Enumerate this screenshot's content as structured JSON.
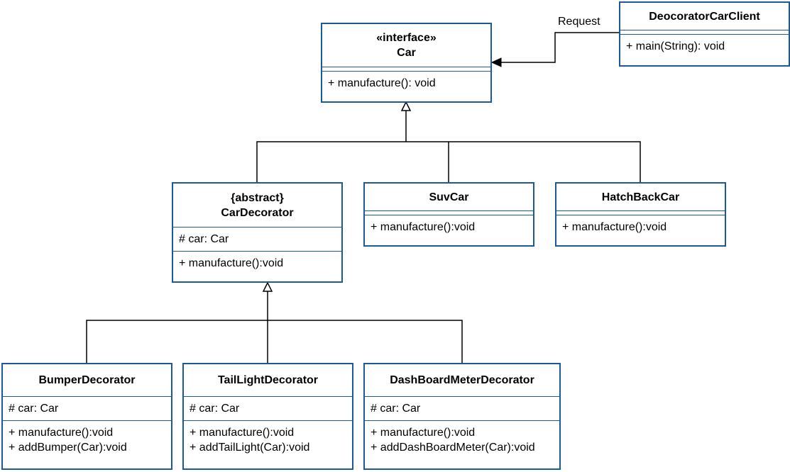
{
  "request_label": "Request",
  "classes": {
    "car": {
      "stereotype": "«interface»",
      "name": "Car",
      "methods": [
        "+ manufacture(): void"
      ]
    },
    "client": {
      "name": "DeocoratorCarClient",
      "methods": [
        "+ main(String): void"
      ]
    },
    "decorator": {
      "stereotype": "{abstract}",
      "name": "CarDecorator",
      "attrs": [
        "# car: Car"
      ],
      "methods": [
        "+ manufacture():void"
      ]
    },
    "suv": {
      "name": "SuvCar",
      "methods": [
        "+ manufacture():void"
      ]
    },
    "hatch": {
      "name": "HatchBackCar",
      "methods": [
        "+ manufacture():void"
      ]
    },
    "bumper": {
      "name": "BumperDecorator",
      "attrs": [
        "# car: Car"
      ],
      "methods": [
        "+ manufacture():void",
        "+ addBumper(Car):void"
      ]
    },
    "tail": {
      "name": "TailLightDecorator",
      "attrs": [
        "# car: Car"
      ],
      "methods": [
        "+ manufacture():void",
        "+ addTailLight(Car):void"
      ]
    },
    "dash": {
      "name": "DashBoardMeterDecorator",
      "attrs": [
        "# car: Car"
      ],
      "methods": [
        "+ manufacture():void",
        "+ addDashBoardMeter(Car):void"
      ]
    }
  },
  "colors": {
    "border": "#1b5a9a",
    "line": "#000000"
  }
}
